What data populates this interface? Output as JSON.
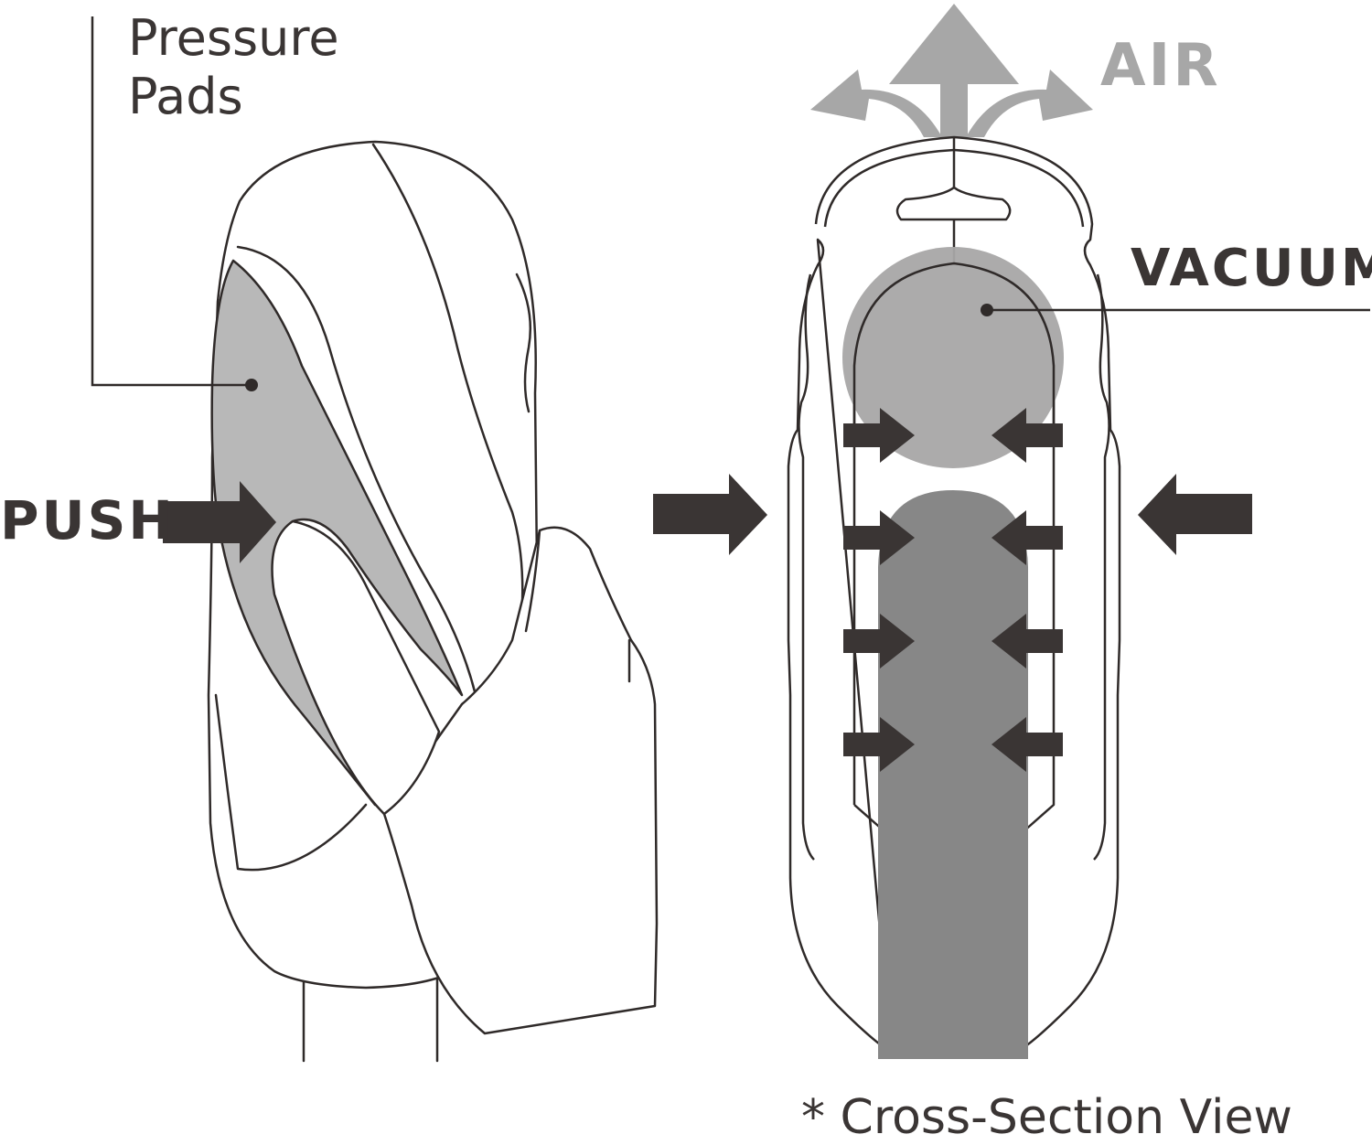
{
  "labels": {
    "pressure_pads": "Pressure\nPads",
    "push": "PUSH",
    "air": "AIR",
    "vacuum": "VACUUM",
    "cross_section": "* Cross-Section View"
  },
  "colors": {
    "outline": "#2f2a29",
    "dark_arrow": "#3a3534",
    "pad_fill": "#b8b8b8",
    "vacuum_fill": "#a8a6a7",
    "shaft_fill": "#878787",
    "air_arrow": "#a7a7a7",
    "text_dark": "#3a3534",
    "text_light": "#a7a7a7"
  }
}
